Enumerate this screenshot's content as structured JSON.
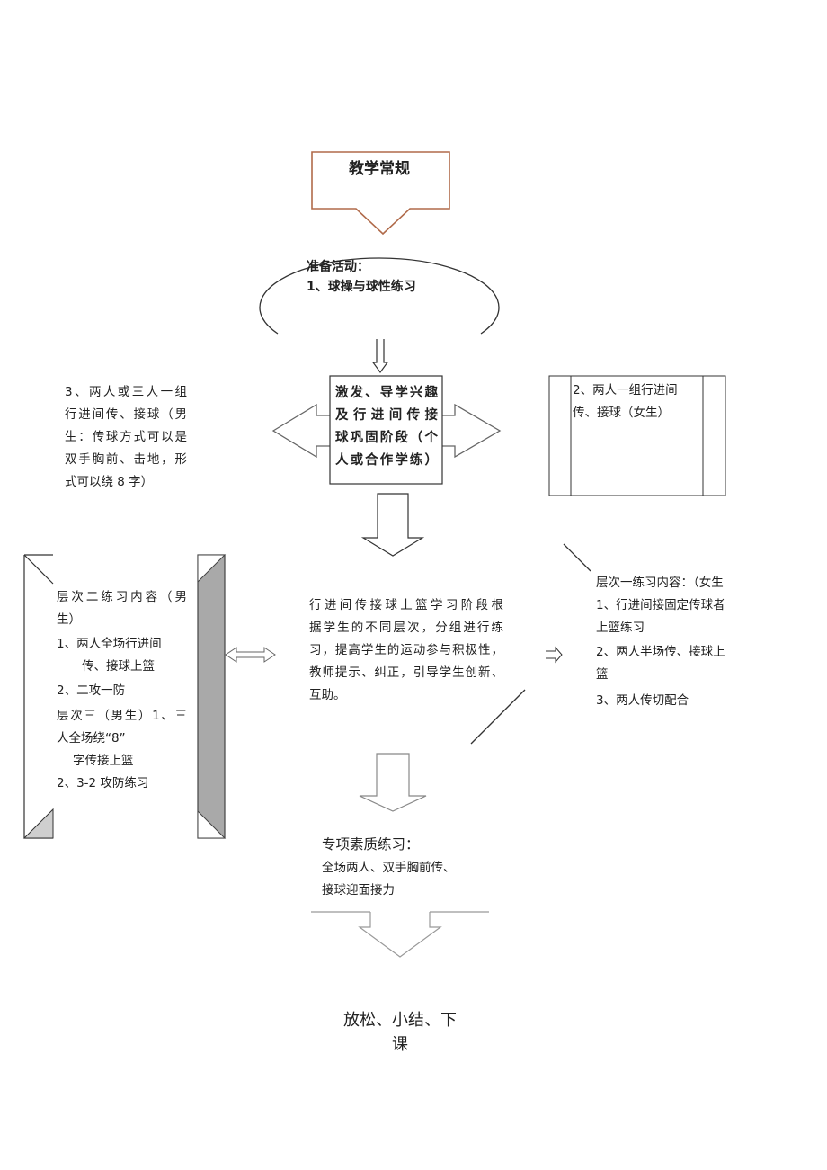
{
  "top_box": {
    "title": "教学常规"
  },
  "warmup": {
    "line1": "准备活动：",
    "line2": "1、球操与球性练习"
  },
  "center_box": {
    "lines": [
      "激发、导学兴趣",
      "及行进间传接",
      "球巩固阶段（个",
      "人或合作学练）"
    ]
  },
  "left_note": {
    "lines": [
      "3、两人或三人一组",
      "行进间传、接球（男",
      "生：传球方式可以是",
      "双手胸前、击地，形",
      "式可以绕 8 字）"
    ]
  },
  "right_note": {
    "lines": [
      "2、两人一组行进间",
      "传、接球（女生）"
    ]
  },
  "level_two": {
    "title_lines": [
      "层次二练习内容（男",
      "生）"
    ],
    "item1_lines": [
      "1、两人全场行进间",
      "传、接球上篮"
    ],
    "item2": "2、二攻一防",
    "level_three_lines": [
      "层次三（男生）1、三",
      "人全场绕“8”"
    ],
    "level_three_cont": "字传接上篮",
    "item4": "2、3-2 攻防练习"
  },
  "middle_text": {
    "lines": [
      "行进间传接球上篮学习阶段根",
      "据学生的不同层次，分组进行练",
      "习，提高学生的运动参与积极性，",
      "教师提示、纠正，引导学生创新、",
      "互助。"
    ]
  },
  "level_one": {
    "title": "层次一练习内容：（女生",
    "item1_lines": [
      "1、行进间接固定传球者",
      "上篮练习"
    ],
    "item2_lines": [
      "2、两人半场传、接球上",
      "篮"
    ],
    "item3": "3、两人传切配合"
  },
  "special": {
    "title": "专项素质练习：",
    "lines": [
      "全场两人、双手胸前传、",
      "接球迎面接力"
    ]
  },
  "ending": {
    "lines": [
      "放松、小结、下",
      "课"
    ]
  }
}
